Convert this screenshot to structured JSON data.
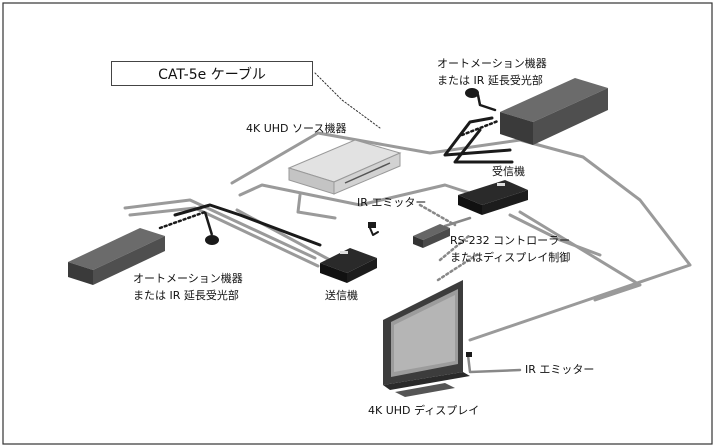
{
  "title": "CAT-5e ケーブル",
  "labels": {
    "automation_top": [
      "オートメーション機器",
      "または IR 延長受光部"
    ],
    "source": "4K UHD ソース機器",
    "receiver": "受信機",
    "ir_emitter_upper": "IR エミッター",
    "rs232": [
      "RS-232 コントローラー",
      "またはディスプレイ制御"
    ],
    "automation_left": [
      "オートメーション機器",
      "または IR 延長受光部"
    ],
    "transmitter": "送信機",
    "ir_emitter_lower": "IR エミッター",
    "display": "4K UHD ディスプレイ"
  }
}
